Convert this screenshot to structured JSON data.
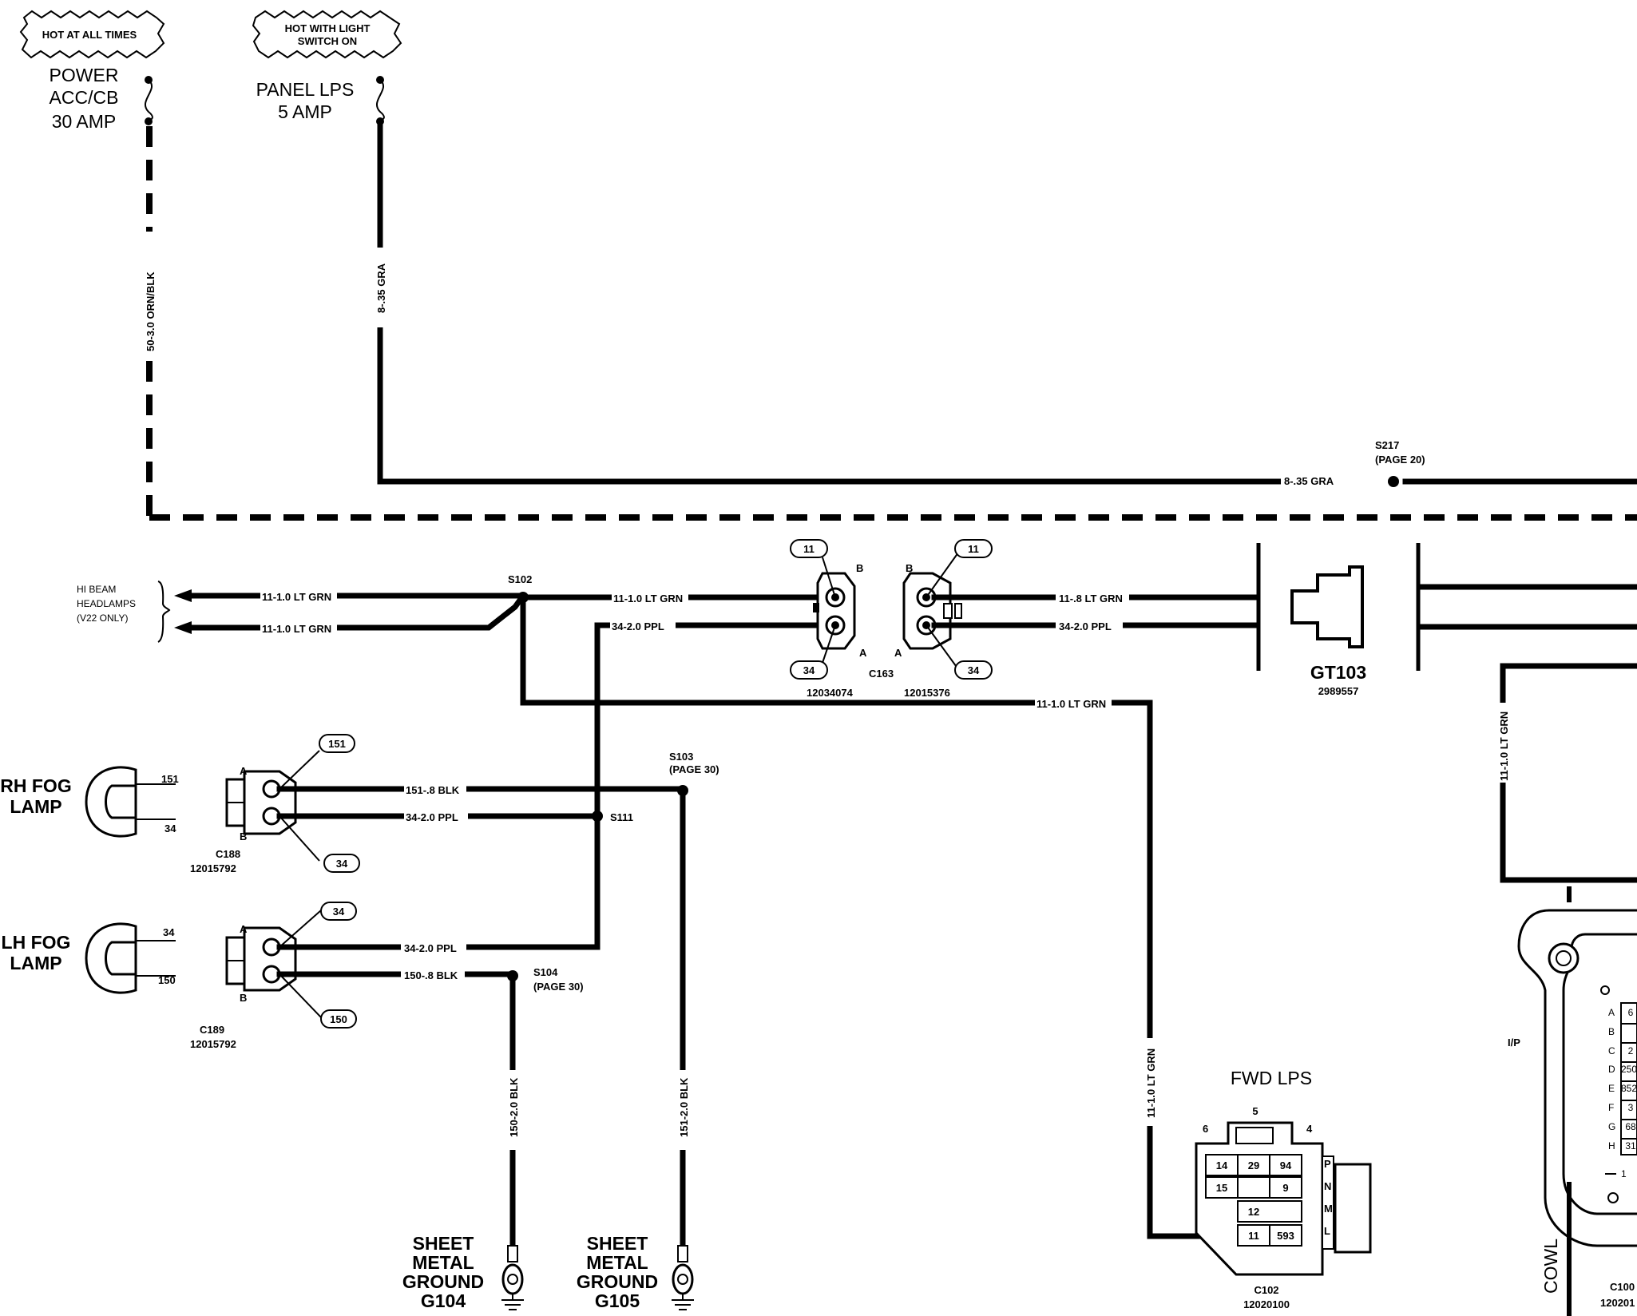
{
  "colors": {
    "ink": "#000000",
    "paper": "#ffffff"
  },
  "power": {
    "hot_all_times": "HOT AT ALL TIMES",
    "hot_light_1": "HOT WITH LIGHT",
    "hot_light_2": "SWITCH ON",
    "fuse1_l1": "POWER",
    "fuse1_l2": "ACC/CB",
    "fuse1_l3": "30 AMP",
    "fuse2_l1": "PANEL LPS",
    "fuse2_l2": "5 AMP"
  },
  "wires": {
    "orn_blk": "50-3.0 ORN/BLK",
    "gra_vert": "8-.35 GRA",
    "gra_horiz": "8-.35 GRA",
    "ltgrn_1": "11-1.0 LT GRN",
    "ltgrn_2": "11-1.0 LT GRN",
    "ltgrn_3": "11-1.0 LT GRN",
    "ltgrn_4": "11-1.0 LT GRN",
    "ltgrn_c163": "11-.8 LT GRN",
    "ppl_1": "34-2.0 PPL",
    "ppl_c163": "34-2.0 PPL",
    "ppl_rh": "34-2.0 PPL",
    "ppl_lh": "34-2.0 PPL",
    "blk_rh": "151-.8 BLK",
    "blk_lh": "150-.8 BLK",
    "blk_g104": "150-2.0 BLK",
    "blk_g105": "151-2.0 BLK",
    "ltgrn_vert_r": "11-1.0 LT GRN",
    "ltgrn_vert_fwd": "11-1.0 LT GRN"
  },
  "splices": {
    "s217": "S217",
    "s217_page": "(PAGE 20)",
    "s102": "S102",
    "s103": "S103",
    "s103_page": "(PAGE 30)",
    "s111": "S111",
    "s104": "S104",
    "s104_page": "(PAGE 30)"
  },
  "hi_beam": {
    "l1": "HI BEAM",
    "l2": "HEADLAMPS",
    "l3": "(V22 ONLY)"
  },
  "c163": {
    "name": "C163",
    "left_part": "12034074",
    "right_part": "12015376",
    "pin_b": "B",
    "pin_a": "A",
    "circuit_11": "11",
    "circuit_34": "34"
  },
  "gt103": {
    "name": "GT103",
    "part": "2989557"
  },
  "rh_fog": {
    "l1": "RH FOG",
    "l2": "LAMP",
    "pin1": "151",
    "pin2": "34",
    "conn": "C188",
    "part": "12015792",
    "pin_a": "A",
    "pin_b": "B",
    "bubble1": "151",
    "bubble2": "34"
  },
  "lh_fog": {
    "l1": "LH FOG",
    "l2": "LAMP",
    "pin1": "34",
    "pin2": "150",
    "conn": "C189",
    "part": "12015792",
    "pin_a": "A",
    "pin_b": "B",
    "bubble1": "34",
    "bubble2": "150"
  },
  "grounds": {
    "g104": [
      "SHEET",
      "METAL",
      "GROUND",
      "G104"
    ],
    "g105": [
      "SHEET",
      "METAL",
      "GROUND",
      "G105"
    ]
  },
  "fwd_lps": {
    "title": "FWD LPS",
    "pin5": "5",
    "pin6": "6",
    "pin4": "4",
    "cells": [
      "14",
      "29",
      "94",
      "15",
      "9",
      "12",
      "11",
      "593"
    ],
    "side": [
      "P",
      "N",
      "M",
      "L"
    ],
    "conn": "C102",
    "part": "12020100"
  },
  "cowl": {
    "label": "COWL",
    "ip": "I/P",
    "rows": [
      "A",
      "B",
      "C",
      "D",
      "E",
      "F",
      "G",
      "H"
    ],
    "vals": [
      "6",
      "",
      "2",
      "250",
      "852",
      "3",
      "68",
      "31"
    ],
    "pin1": "1",
    "conn": "C100",
    "part": "120201"
  }
}
